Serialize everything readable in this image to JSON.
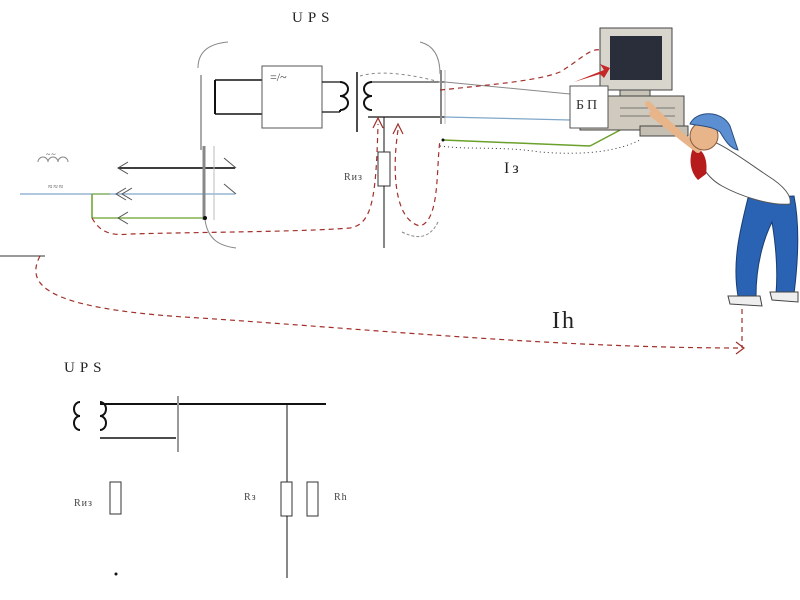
{
  "labels": {
    "ups_top": "UPS",
    "ups_bottom": "UPS",
    "rectifier": "=/~",
    "power_supply": "БП",
    "current_earth": "Iз",
    "current_human": "Ih",
    "r_leak": "Rиз",
    "r_zero_bottom": "Rиз",
    "r_earth_bottom": "Rз",
    "r_human_bottom": "Rh",
    "mains_top": "~~",
    "mains_side": "≈≈≈"
  },
  "colors": {
    "wire": "#111111",
    "neutral": "#7fa7c9",
    "ground": "#6aa02b",
    "current_path": "#a2302a",
    "enclosure": "#888888"
  }
}
